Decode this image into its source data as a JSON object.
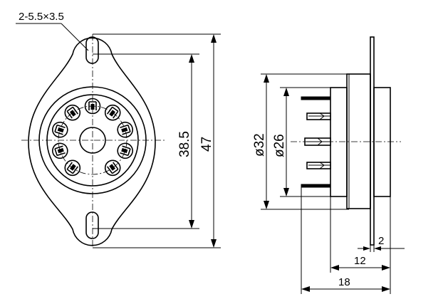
{
  "labels": {
    "mounting_holes": "2-5.5×3.5",
    "height_inner": "38.5",
    "height_outer": "47",
    "diameter_outer": "ø32",
    "diameter_inner": "ø26",
    "flange_thickness": "2",
    "body_length": "12",
    "overall_length": "18"
  },
  "front_view": {
    "pin_count": 9
  }
}
